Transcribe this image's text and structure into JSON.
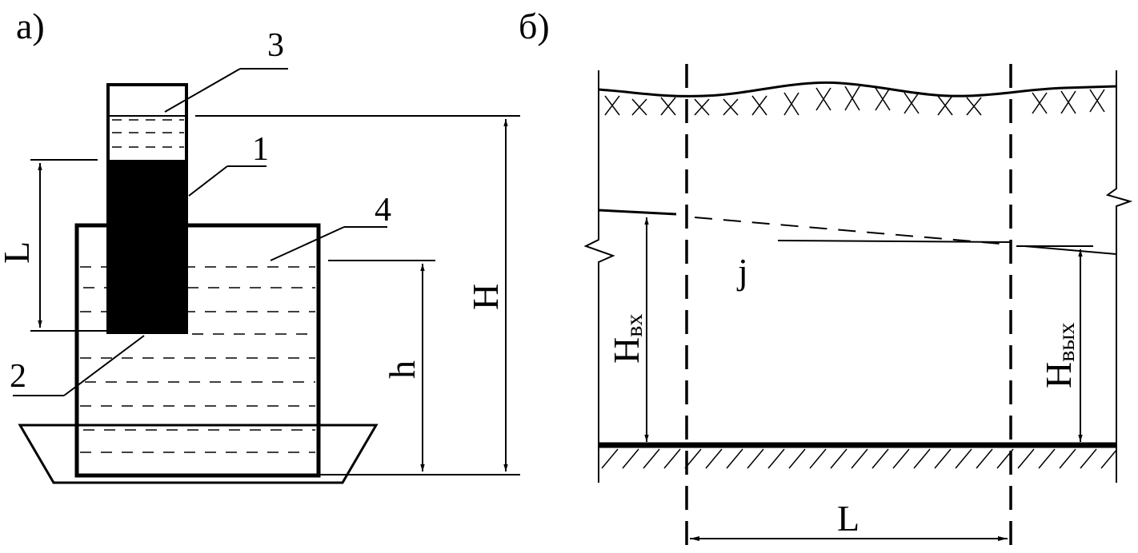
{
  "panel_a": {
    "label": "а)",
    "callouts": {
      "c1": "1",
      "c2": "2",
      "c3": "3",
      "c4": "4"
    },
    "dims": {
      "L": "L",
      "H": "H",
      "h": "h"
    }
  },
  "panel_b": {
    "label": "б)",
    "gradient_label": "j",
    "dims": {
      "H_in_main": "H",
      "H_in_sub": "вх",
      "H_out_main": "H",
      "H_out_sub": "вых",
      "L": "L"
    }
  }
}
